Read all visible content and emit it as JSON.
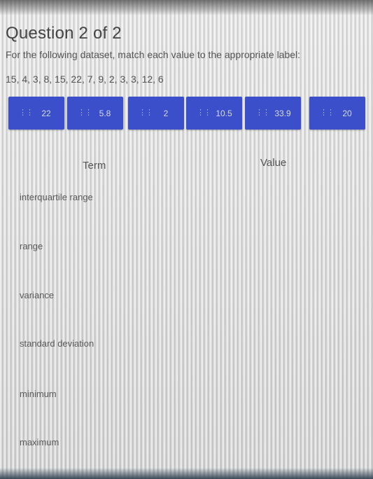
{
  "question": {
    "title": "Question 2 of 2",
    "instructions": "For the following dataset, match each value to the appropriate label:",
    "dataset": "15, 4, 3, 8, 15, 22, 7, 9, 2, 3, 3, 12, 6"
  },
  "chips": [
    {
      "value": "22",
      "grip_icon": "drag-handle-icon"
    },
    {
      "value": "5.8",
      "grip_icon": "drag-handle-icon"
    },
    {
      "value": "2",
      "grip_icon": "drag-handle-icon"
    },
    {
      "value": "10.5",
      "grip_icon": "drag-handle-icon"
    },
    {
      "value": "33.9",
      "grip_icon": "drag-handle-icon"
    },
    {
      "value": "20",
      "grip_icon": "drag-handle-icon"
    }
  ],
  "columns": {
    "term": "Term",
    "value": "Value"
  },
  "terms": [
    "interquartile range",
    "range",
    "variance",
    "standard deviation",
    "minimum",
    "maximum"
  ],
  "colors": {
    "chip_background": "#3a4fc9",
    "chip_text": "#d7dcf5"
  }
}
